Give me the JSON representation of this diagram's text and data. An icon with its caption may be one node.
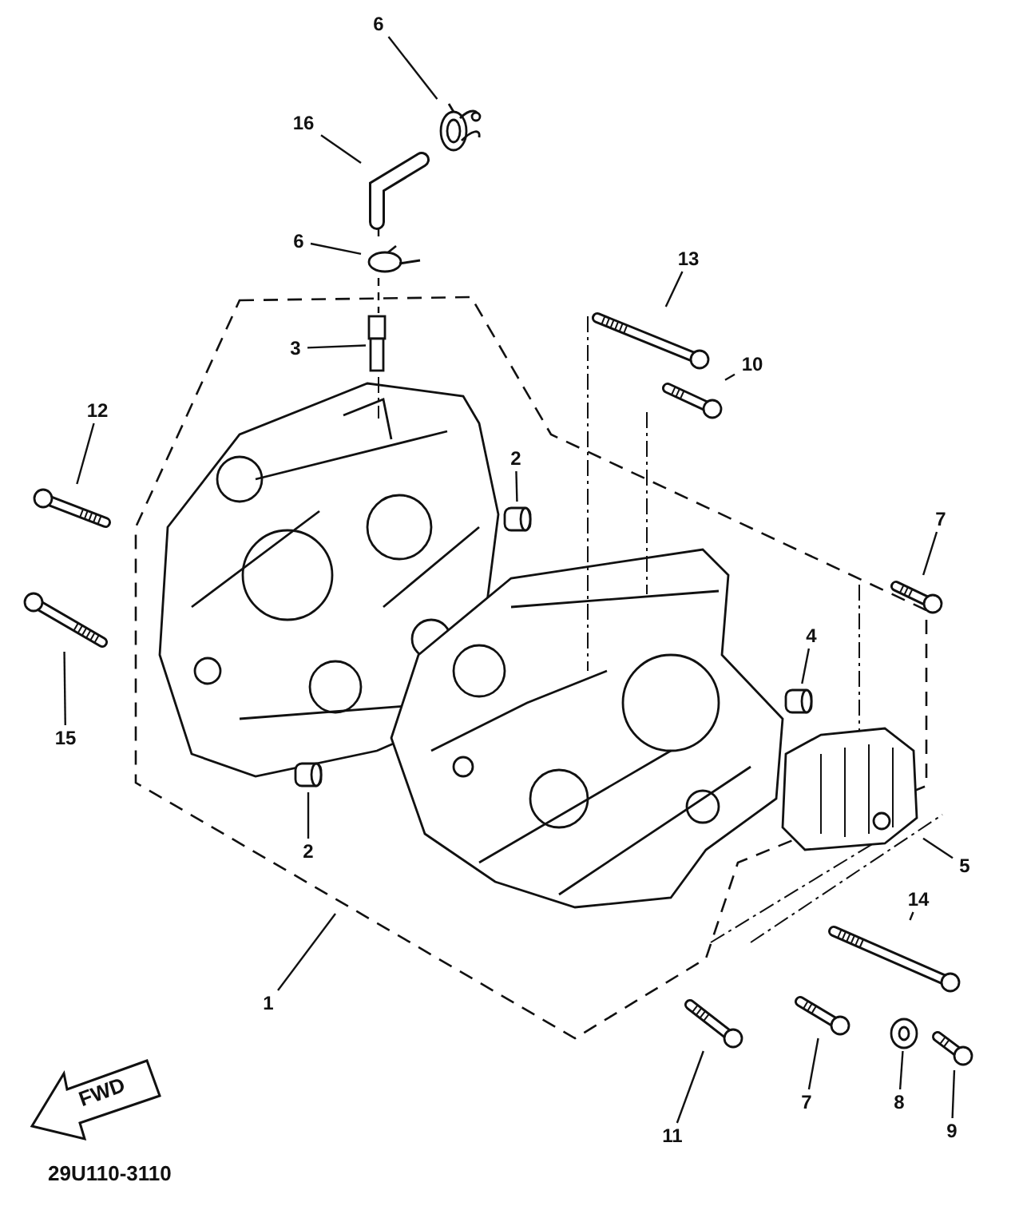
{
  "diagram": {
    "nodes": [
      {
        "text": [
          "6"
        ]
      },
      {
        "text": [
          "16"
        ]
      },
      {
        "text": [
          "6"
        ]
      },
      {
        "text": [
          "13"
        ]
      },
      {
        "text": [
          "3"
        ]
      },
      {
        "text": [
          "10"
        ]
      },
      {
        "text": [
          "12"
        ]
      },
      {
        "text": [
          "2"
        ]
      },
      {
        "text": [
          "7"
        ]
      },
      {
        "text": [
          "4"
        ]
      },
      {
        "text": [
          "15"
        ]
      },
      {
        "text": [
          "2"
        ]
      },
      {
        "text": [
          "5"
        ]
      },
      {
        "text": [
          "14"
        ]
      },
      {
        "text": [
          "1"
        ]
      },
      {
        "text": [
          "7"
        ]
      },
      {
        "text": [
          "8"
        ]
      },
      {
        "text": [
          "9"
        ]
      },
      {
        "text": [
          "11"
        ]
      },
      {
        "text": [],
        "shape": "picture"
      },
      {
        "text": [],
        "shape": "picture"
      },
      {
        "text": [],
        "shape": "picture"
      },
      {
        "text": [],
        "shape": "picture"
      },
      {
        "text": [],
        "shape": "picture"
      },
      {
        "text": [],
        "shape": "picture"
      },
      {
        "text": [],
        "shape": "picture"
      },
      {
        "text": [],
        "shape": "picture"
      },
      {
        "text": [],
        "shape": "picture"
      },
      {
        "text": [],
        "shape": "picture"
      },
      {
        "text": [],
        "shape": "picture"
      },
      {
        "text": [],
        "shape": "picture"
      },
      {
        "text": [],
        "shape": "picture"
      },
      {
        "text": [],
        "shape": "picture"
      },
      {
        "text": [],
        "shape": "picture"
      },
      {
        "text": [],
        "shape": "picture"
      },
      {
        "text": [],
        "shape": "picture"
      },
      {
        "text": [],
        "shape": "picture"
      }
    ],
    "edges": [
      {
        "from": 0,
        "to": 19,
        "arrow": "none"
      },
      {
        "from": 1,
        "to": 20,
        "arrow": "none"
      },
      {
        "from": 2,
        "to": 21,
        "arrow": "none"
      },
      {
        "from": 3,
        "to": 22,
        "arrow": "none"
      },
      {
        "from": 4,
        "to": 23,
        "arrow": "none"
      },
      {
        "from": 5,
        "to": 24,
        "arrow": "none"
      },
      {
        "from": 6,
        "to": 25,
        "arrow": "none"
      },
      {
        "from": 7,
        "to": 26,
        "arrow": "none"
      },
      {
        "from": 8,
        "to": 27,
        "arrow": "none"
      },
      {
        "from": 9,
        "to": 28,
        "arrow": "none"
      },
      {
        "from": 10,
        "to": 29,
        "arrow": "none"
      },
      {
        "from": 11,
        "to": 30,
        "arrow": "none"
      },
      {
        "from": 12,
        "to": 31,
        "arrow": "none"
      },
      {
        "from": 13,
        "to": 32,
        "arrow": "none"
      },
      {
        "from": 14,
        "to": null,
        "arrow": "none"
      },
      {
        "from": 15,
        "to": 33,
        "arrow": "none"
      },
      {
        "from": 16,
        "to": 34,
        "arrow": "none"
      },
      {
        "from": 17,
        "to": 35,
        "arrow": "none"
      },
      {
        "from": 18,
        "to": 36,
        "arrow": "none"
      },
      {
        "from": 20,
        "to": 21,
        "arrow": "none",
        "style": "dashed"
      },
      {
        "from": 21,
        "to": 23,
        "arrow": "none",
        "style": "dashed"
      }
    ],
    "labels": [
      "FWD",
      "29U110-3110"
    ]
  }
}
